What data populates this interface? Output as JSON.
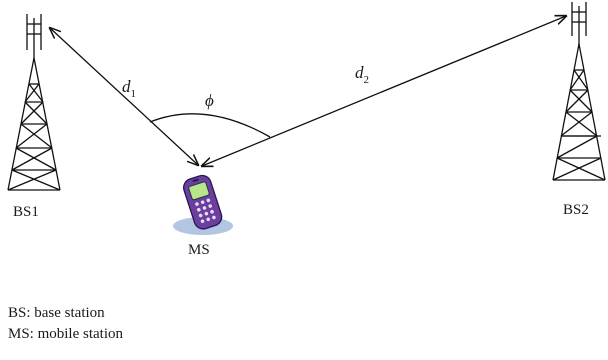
{
  "labels": {
    "bs1": "BS1",
    "bs2": "BS2",
    "ms": "MS",
    "d1_base": "d",
    "d1_sub": "1",
    "d2_base": "d",
    "d2_sub": "2",
    "angle": "ϕ"
  },
  "legend": [
    "BS: base station",
    "MS: mobile station"
  ],
  "icons": {
    "base_station": "cell-tower-icon",
    "mobile_station": "mobile-phone-icon"
  }
}
